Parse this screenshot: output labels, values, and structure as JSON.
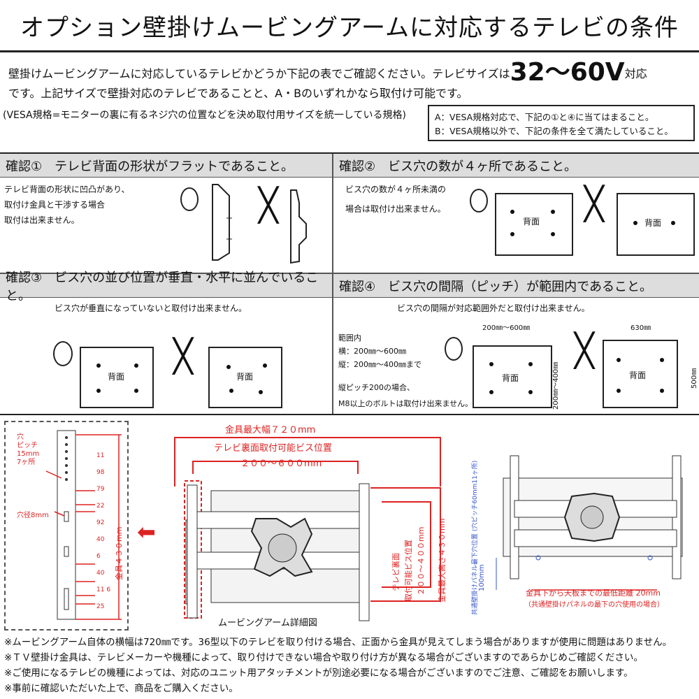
{
  "title": "オプション壁掛けムービングアームに対応するテレビの条件",
  "intro": {
    "line1": "壁掛けムービングアームに対応しているテレビかどうか下記の表でご確認ください。テレビサイズは",
    "size": "32〜60V",
    "line1_end": "対応",
    "line2": "です。上記サイズで壁掛対応のテレビであることと、A・Bのいずれかなら取付け可能です。",
    "vesa_note": "(VESA規格=モニターの裏に有るネジ穴の位置などを決め取付用サイズを統一している規格)"
  },
  "conditions": {
    "a": "A：VESA規格対応で、下記の①と④に当てはまること。",
    "b": "B：VESA規格以外で、下記の条件を全て満たしていること。"
  },
  "check1": {
    "header": "確認①　テレビ背面の形状がフラットであること。",
    "desc1": "テレビ背面の形状に凹凸があり、",
    "desc2": "取付け金具と干渉する場合",
    "desc3": "取付は出来ません。"
  },
  "check2": {
    "header": "確認②　ビス穴の数が４ヶ所であること。",
    "desc1": "ビス穴の数が４ヶ所未満の",
    "desc2": "場合は取付け出来ません。",
    "back_label": "背面"
  },
  "check3": {
    "header": "確認③　ビス穴の並び位置が垂直・水平に並んでいること。",
    "desc": "ビス穴が垂直になっていないと取付け出来ません。",
    "back_label": "背面"
  },
  "check4": {
    "header": "確認④　ビス穴の間隔（ピッチ）が範囲内であること。",
    "desc": "ビス穴の間隔が対応範囲外だと取付け出来ません。",
    "range_title": "範囲内",
    "range_h": "横：200㎜〜600㎜",
    "range_v": "縦：200㎜〜400㎜まで",
    "note1": "縦ピッチ200の場合、",
    "note2": "M8以上のボルトは取付け出来ません。",
    "dim_ok_h": "200㎜〜600㎜",
    "dim_ok_v": "200㎜〜400㎜",
    "dim_ng_h": "630㎜",
    "dim_ng_v": "500㎜",
    "back_label": "背面"
  },
  "diagram": {
    "hole_pitch": [
      "穴",
      "ピッチ",
      "15mm",
      "7ヶ所"
    ],
    "hole_dia": "穴径8mm",
    "side_nums": [
      "11",
      "98",
      "79",
      "22",
      "92",
      "40",
      "6",
      "40",
      "11 6",
      "25"
    ],
    "bracket_len": "金具４３０mm",
    "max_width": "金具最大幅７２０mm",
    "screw_pos": "テレビ裏面取付可能ビス位置",
    "screw_range": "２００〜６００mm",
    "v_text1": "テレビ裏面",
    "v_text2": "取付可能ビス位置",
    "v_text3": "２００〜４００mm",
    "v_max": "金具最大高さ４３０mm",
    "caption": "ムービングアーム詳細図",
    "panel_text": "共通壁掛けパネル最下穴位置 (穴ピッチ60mm11ヶ所)",
    "dim_100": "100mm",
    "min_dist": "金具下から天板までの最低距離 20mm",
    "min_dist_sub": "（共通壁掛けパネルの最下の穴使用の場合）"
  },
  "footer": [
    "※ムービングアーム自体の横幅は720㎜です。36型以下のテレビを取り付ける場合、正面から金具が見えてしまう場合がありますが使用に問題はありません。",
    "※ＴＶ壁掛け金具は、テレビメーカーや機種によって、取り付けできない場合や取り付け方が異なる場合がございますのであらかじめご確認ください。",
    "※ご使用になるテレビの機種によっては、対応のユニット用アタッチメントが別途必要になる場合がございますのでご注意、ご確認をお願いします。",
    "※事前に確認いただいた上で、商品をご購入ください。"
  ],
  "colors": {
    "accent": "#d22",
    "blue": "#35c",
    "header_bg": "#ddd"
  }
}
